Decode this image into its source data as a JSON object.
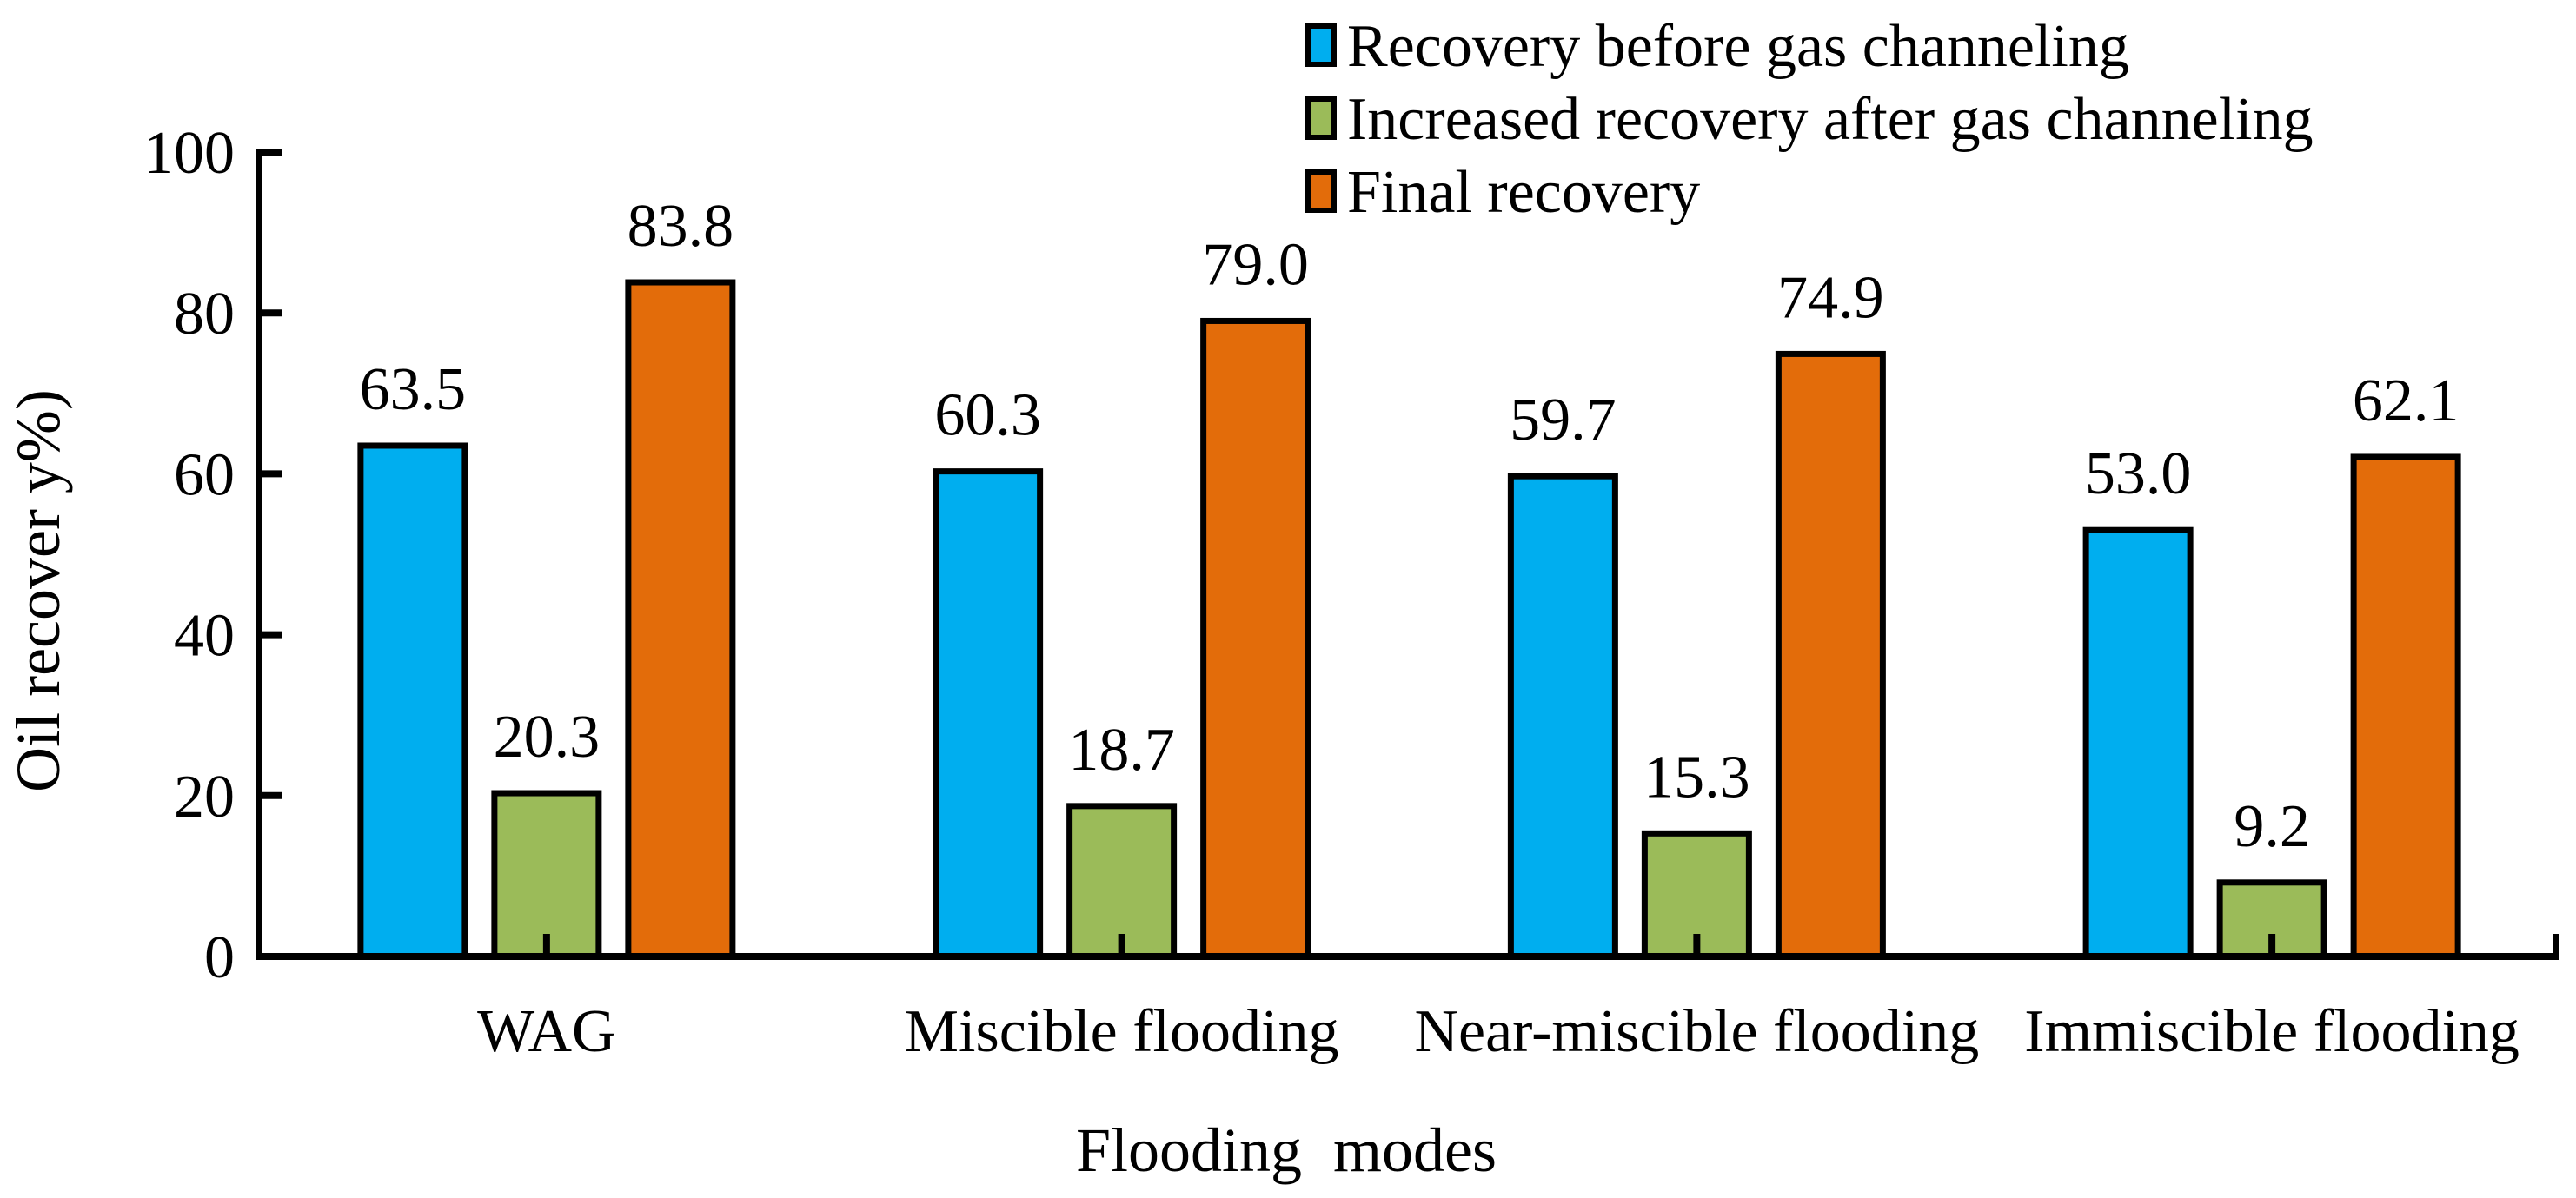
{
  "chart_data": {
    "type": "bar",
    "title": "",
    "categories": [
      "WAG",
      "Miscible flooding",
      "Near-miscible flooding",
      "Immiscible flooding"
    ],
    "series": [
      {
        "name": "Recovery before gas channeling",
        "color": "#00AEEF",
        "values": [
          63.5,
          60.3,
          59.7,
          53.0
        ]
      },
      {
        "name": "Increased recovery after gas channeling",
        "color": "#9BBB59",
        "values": [
          20.3,
          18.7,
          15.3,
          9.2
        ]
      },
      {
        "name": "Final recovery",
        "color": "#E36C0A",
        "values": [
          83.8,
          79.0,
          74.9,
          62.1
        ]
      }
    ],
    "xlabel": "Flooding  modes",
    "ylabel": "Oil recover y%)",
    "ylim": [
      0,
      100
    ],
    "yticks": [
      0,
      20,
      40,
      60,
      80,
      100
    ],
    "value_label_decimals": 1,
    "bar_outline_color": "#000000",
    "axis_color": "#000000",
    "grid": false,
    "legend_position": "top-right",
    "tick_style": "inside"
  }
}
